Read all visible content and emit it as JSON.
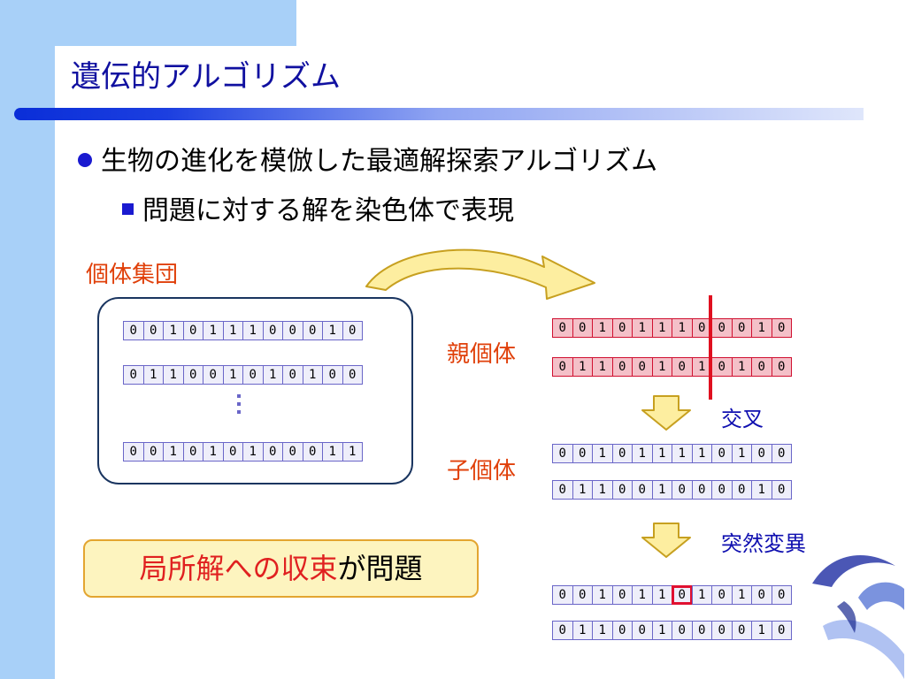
{
  "slide": {
    "title": "遺伝的アルゴリズム",
    "bullet_level1": "生物の進化を模倣した最適解探索アルゴリズム",
    "bullet_level2": "問題に対する解を染色体で表現"
  },
  "labels": {
    "population": "個体集団",
    "parents": "親個体",
    "crossover": "交叉",
    "children": "子個体",
    "mutation": "突然変異"
  },
  "problem": {
    "highlight": "局所解への収束",
    "rest": "が問題"
  },
  "population_rows": [
    "0 0 1 0 1 1 1 0 0 0 1 0",
    "0 1 1 0 0 1 0 1 0 1 0 0",
    "0 0 1 0 1 0 1 0 0 0 1 1"
  ],
  "parent_rows": [
    "0 0 1 0 1 1 1 0 0 0 1 0",
    "0 1 1 0 0 1 0 1 0 1 0 0"
  ],
  "child_rows": [
    "0 0 1 0 1 1 1 1 0 1 0 0",
    "0 1 1 0 0 1 0 0 0 0 1 0"
  ],
  "mutated_rows": [
    "0 0 1 0 1 1 0 1 0 1 0 0",
    "0 1 1 0 0 1 0 0 0 0 1 0"
  ],
  "mutated_bit_index": 6,
  "colors": {
    "title": "#1010a0",
    "sidebar": "#a8d0f8",
    "highlight_red": "#e02020",
    "label_orange": "#e0400a",
    "bullet_blue": "#1a1ad0",
    "cell_border": "#6a66c8",
    "parent_fill": "#f4c0c8",
    "arrow_fill": "#fdeea0"
  },
  "icons": {
    "bullet1": "filled-circle-bullet",
    "bullet2": "filled-square-bullet",
    "flow_arrow": "curved-arrow",
    "step_arrow": "down-arrow",
    "decoration": "abstract-swirl-logo"
  }
}
